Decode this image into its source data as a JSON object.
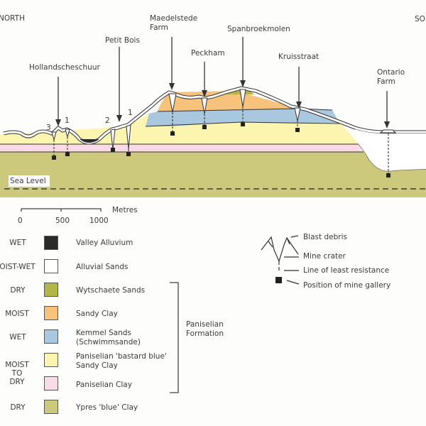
{
  "title": "Geological cross-section of Messines Ridge mine sites",
  "orientation": {
    "left": "NORTH",
    "right": "SO"
  },
  "sites": [
    {
      "name": "Hollandscheschuur",
      "numbers": [
        "3",
        "1"
      ]
    },
    {
      "name": "Petit Bois",
      "numbers": [
        "2",
        "1"
      ]
    },
    {
      "name": "Maedelstede Farm"
    },
    {
      "name": "Peckham"
    },
    {
      "name": "Spanbroekmolen"
    },
    {
      "name": "Kruisstraat"
    },
    {
      "name": "Ontario Farm"
    }
  ],
  "labels": {
    "hollandscheschuur": "Hollandscheschuur",
    "petit_bois": "Petit Bois",
    "maedelstede_1": "Maedelstede",
    "maedelstede_2": "Farm",
    "peckham": "Peckham",
    "spanbroekmolen": "Spanbroekmolen",
    "kruisstraat": "Kruisstraat",
    "ontario_1": "Ontario",
    "ontario_2": "Farm",
    "num_3": "3",
    "num_1a": "1",
    "num_2": "2",
    "num_1b": "1",
    "sea_level": "Sea Level"
  },
  "scale": {
    "unit": "Metres",
    "ticks": [
      "0",
      "500",
      "1000"
    ]
  },
  "colors": {
    "valley_alluvium": "#2b2b2b",
    "alluvial_sands": "#ffffff",
    "wytschaete_sands": "#b4b44a",
    "sandy_clay": "#f6c27c",
    "kemmel_sands": "#a9c7df",
    "bastard_blue": "#fbf5b0",
    "paniselian_clay": "#f8dbe6",
    "ypres_clay": "#cdc97c"
  },
  "legend": [
    {
      "state": [
        "WET"
      ],
      "label": [
        "Valley Alluvium"
      ],
      "color": "#2b2b2b"
    },
    {
      "state": [
        "MOIST-WET"
      ],
      "label": [
        "Alluvial Sands"
      ],
      "color": "#ffffff"
    },
    {
      "state": [
        "DRY"
      ],
      "label": [
        "Wytschaete Sands"
      ],
      "color": "#b4b44a"
    },
    {
      "state": [
        "MOIST"
      ],
      "label": [
        "Sandy Clay"
      ],
      "color": "#f6c27c"
    },
    {
      "state": [
        "WET"
      ],
      "label": [
        "Kemmel Sands",
        "(Schwimmsande)"
      ],
      "color": "#a9c7df"
    },
    {
      "state": [
        "MOIST",
        "TO",
        "DRY"
      ],
      "label": [
        "Paniselian 'bastard blue'",
        "Sandy Clay"
      ],
      "color": "#fbf5b0"
    },
    {
      "state": [],
      "label": [
        "Paniselian Clay"
      ],
      "color": "#f8dbe6"
    },
    {
      "state": [
        "DRY"
      ],
      "label": [
        "Ypres 'blue' Clay"
      ],
      "color": "#cdc97c"
    }
  ],
  "formation_bracket": {
    "line1": "Paniselian",
    "line2": "Formation"
  },
  "key": {
    "blast_debris": "Blast debris",
    "mine_crater": "Mine crater",
    "line_least_resistance": "Line of least resistance",
    "mine_gallery": "Position of mine gallery"
  }
}
